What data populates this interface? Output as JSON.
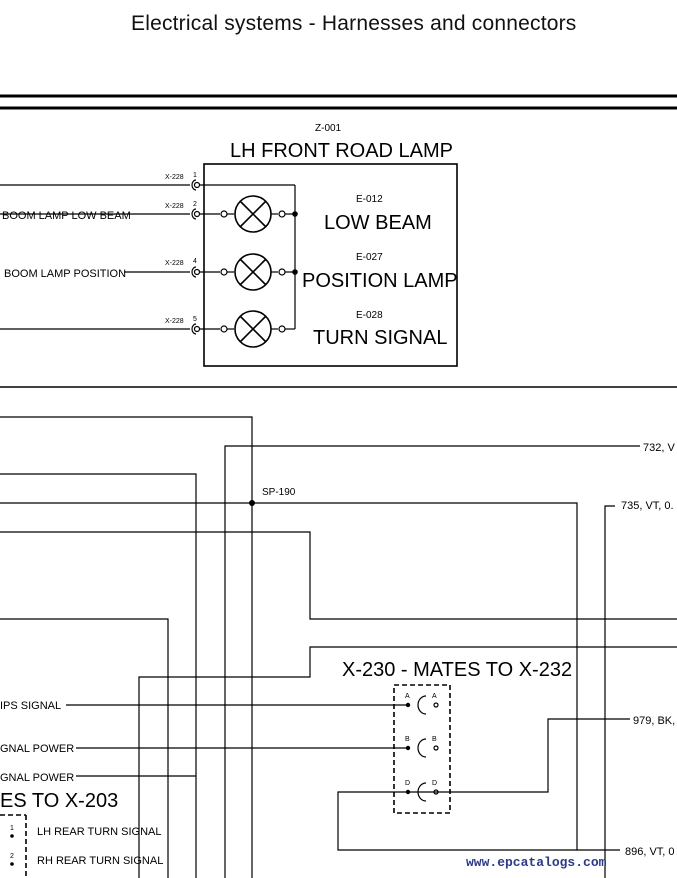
{
  "header": {
    "title": "Electrical systems - Harnesses and connectors"
  },
  "lamp_block": {
    "component_id": "Z-001",
    "title": "LH FRONT ROAD LAMP",
    "connector": "X-228",
    "pins": [
      "1",
      "2",
      "4",
      "5"
    ],
    "lamps": [
      {
        "id": "E-012",
        "name": "LOW BEAM"
      },
      {
        "id": "E-027",
        "name": "POSITION LAMP"
      },
      {
        "id": "E-028",
        "name": "TURN SIGNAL"
      }
    ],
    "left_labels": [
      "BOOM LAMP LOW BEAM",
      "BOOM LAMP POSITION"
    ]
  },
  "splice": {
    "id": "SP-190"
  },
  "wire_labels": [
    "732, V",
    "735, VT, 0.",
    "979, BK,",
    "896, VT, 0"
  ],
  "connector_x230": {
    "title": "X-230 - MATES TO X-232",
    "pins_left": [
      "A",
      "B",
      "D"
    ],
    "pins_right": [
      "A",
      "B",
      "D"
    ]
  },
  "left_signals": [
    "IPS SIGNAL",
    "GNAL POWER",
    "GNAL POWER"
  ],
  "connector_x203": {
    "title": "ES TO X-203",
    "pins": [
      "1",
      "2"
    ],
    "labels": [
      "LH REAR TURN SIGNAL",
      "RH REAR TURN SIGNAL"
    ]
  },
  "watermark": "www.epcatalogs.com"
}
